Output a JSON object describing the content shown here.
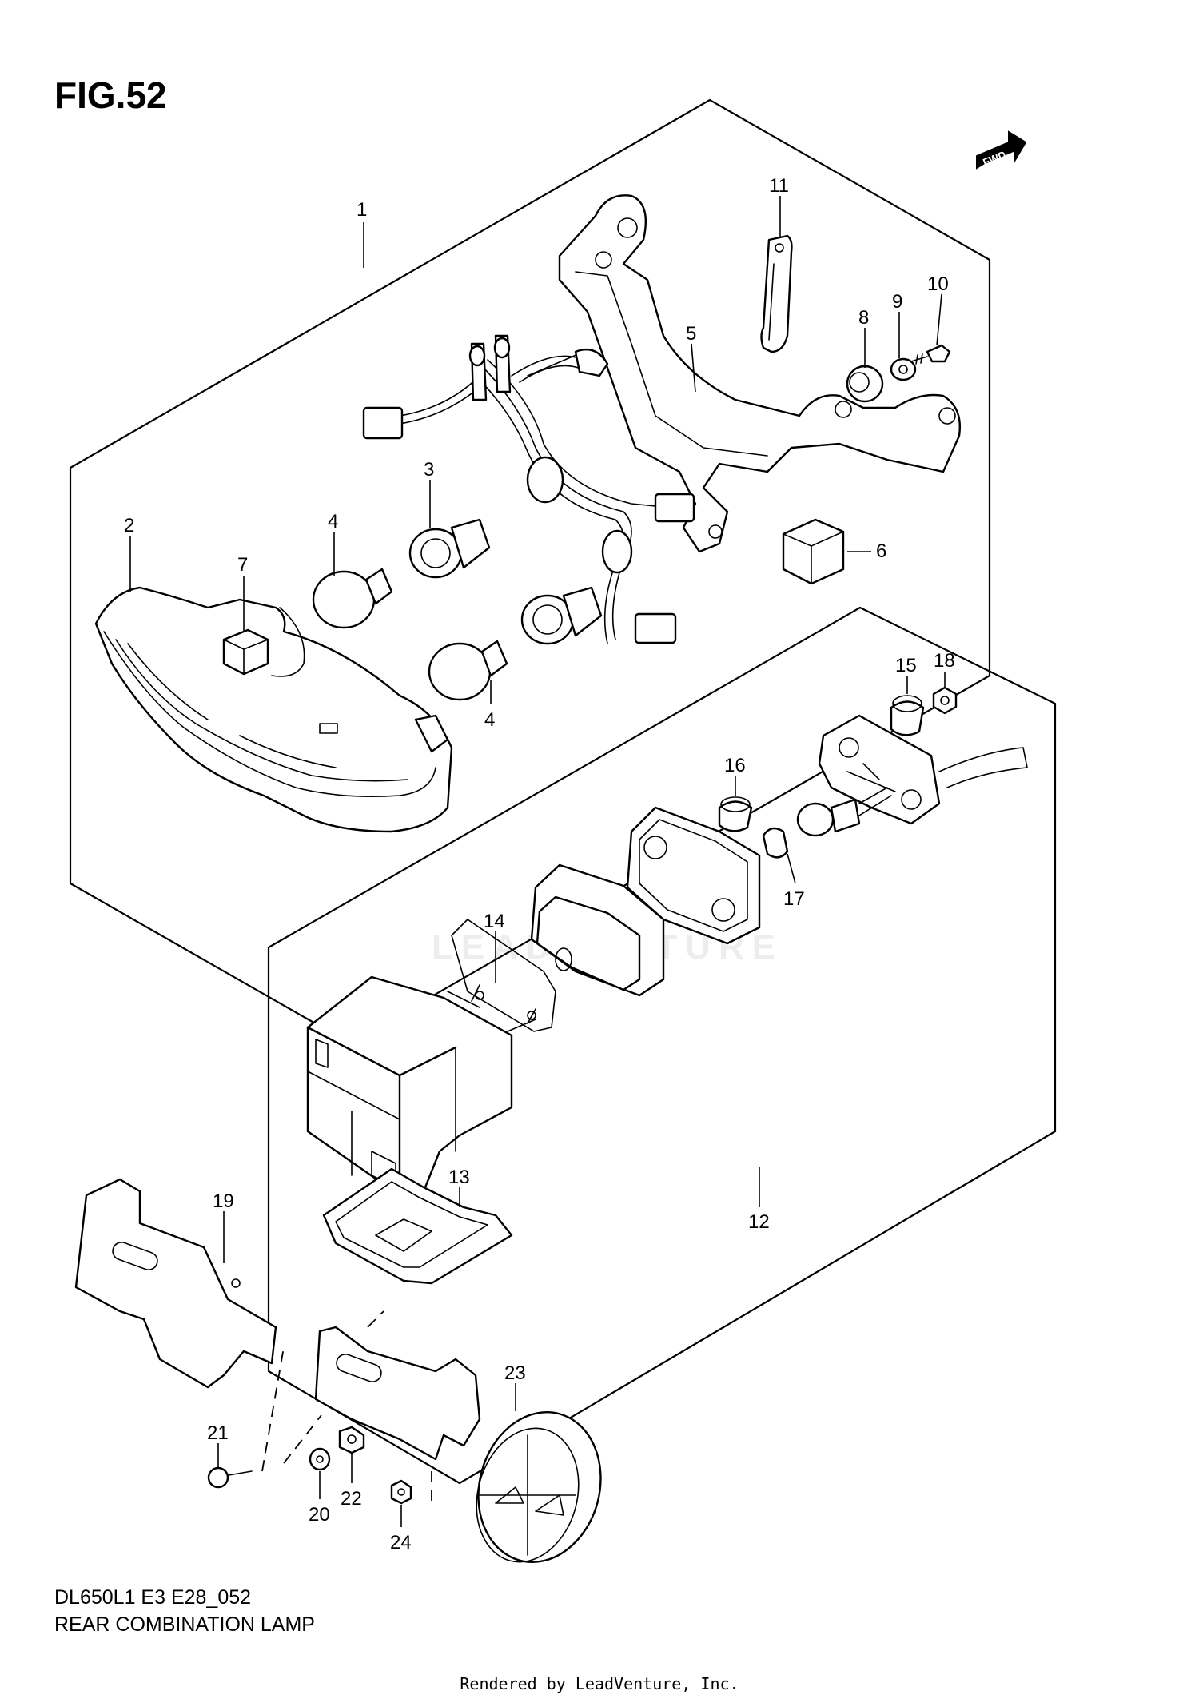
{
  "figure": {
    "title": "FIG.52",
    "fwd_label": "FWD"
  },
  "footer": {
    "code": "DL650L1 E3 E28_052",
    "name": "REAR COMBINATION LAMP",
    "rendered_by": "Rendered by LeadVenture, Inc."
  },
  "watermark": "LEADVENTURE",
  "callouts": [
    "1",
    "2",
    "3",
    "4",
    "4",
    "5",
    "6",
    "7",
    "8",
    "9",
    "10",
    "11",
    "12",
    "13",
    "14",
    "15",
    "16",
    "17",
    "18",
    "19",
    "20",
    "21",
    "22",
    "23",
    "24"
  ]
}
